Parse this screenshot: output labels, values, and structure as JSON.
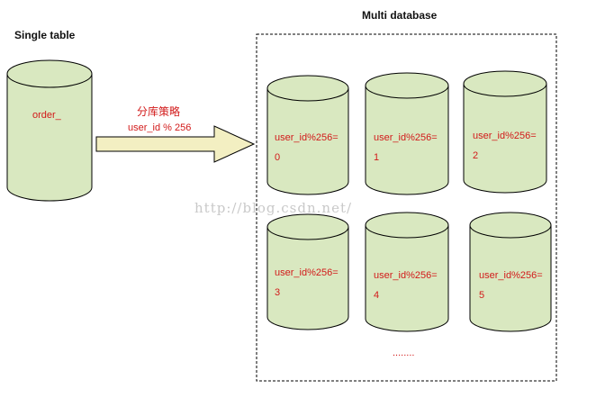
{
  "single_title": "Single table",
  "multi_title": "Multi database",
  "source_table": {
    "label": "order_"
  },
  "arrow": {
    "label_top": "分库策略",
    "label_bottom": "user_id % 256"
  },
  "databases": [
    {
      "expr": "user_id%256=",
      "index": "0"
    },
    {
      "expr": "user_id%256=",
      "index": "1"
    },
    {
      "expr": "user_id%256=",
      "index": "2"
    },
    {
      "expr": "user_id%256=",
      "index": "3"
    },
    {
      "expr": "user_id%256=",
      "index": "4"
    },
    {
      "expr": "user_id%256=",
      "index": "5"
    }
  ],
  "ellipsis": "........",
  "watermark": "http://blog.csdn.net/",
  "colors": {
    "cylinder_fill": "#d9e8c0",
    "cylinder_stroke": "#000000",
    "arrow_fill": "#f3efc2",
    "label_red": "#d21a1a"
  }
}
